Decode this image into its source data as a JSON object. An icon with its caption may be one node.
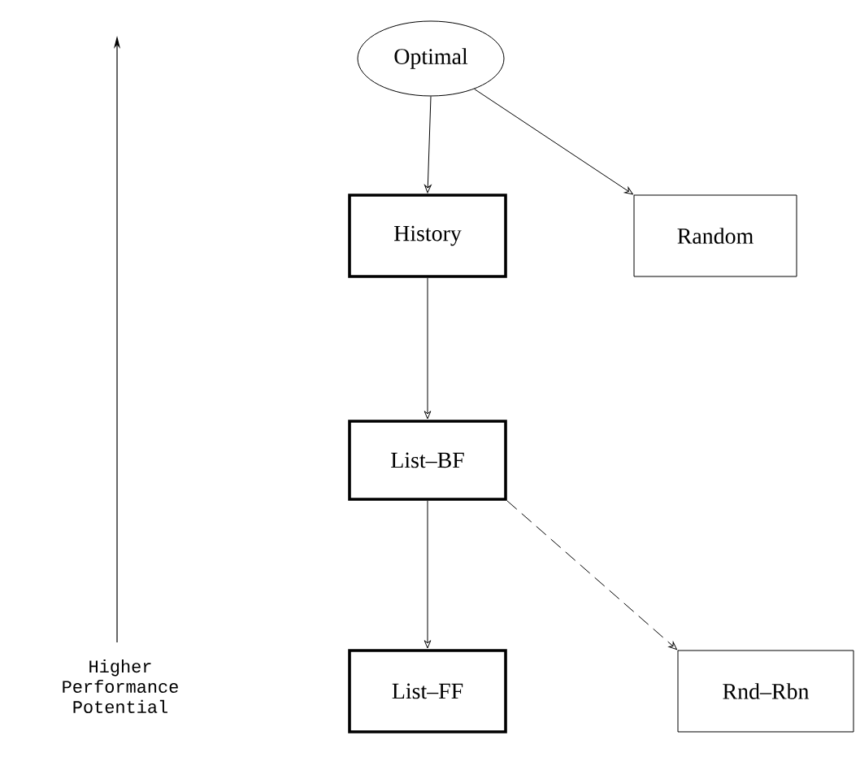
{
  "diagram": {
    "nodes": [
      {
        "text": [
          "Optimal"
        ]
      },
      {
        "text": [
          "History"
        ]
      },
      {
        "text": [
          "Random"
        ]
      },
      {
        "text": [
          "List–BF"
        ]
      },
      {
        "text": [
          "List–FF"
        ]
      },
      {
        "text": [
          "Rnd–Rbn"
        ]
      }
    ],
    "edges": [
      {
        "from": 0,
        "to": 1,
        "arrow": "to"
      },
      {
        "from": 0,
        "to": 2,
        "arrow": "to"
      },
      {
        "from": 1,
        "to": 3,
        "arrow": "to"
      },
      {
        "from": 3,
        "to": 4,
        "arrow": "to"
      },
      {
        "from": 3,
        "to": 5,
        "arrow": "to",
        "style": "dashed"
      }
    ],
    "labels": [
      "Higher Performance Potential"
    ]
  }
}
